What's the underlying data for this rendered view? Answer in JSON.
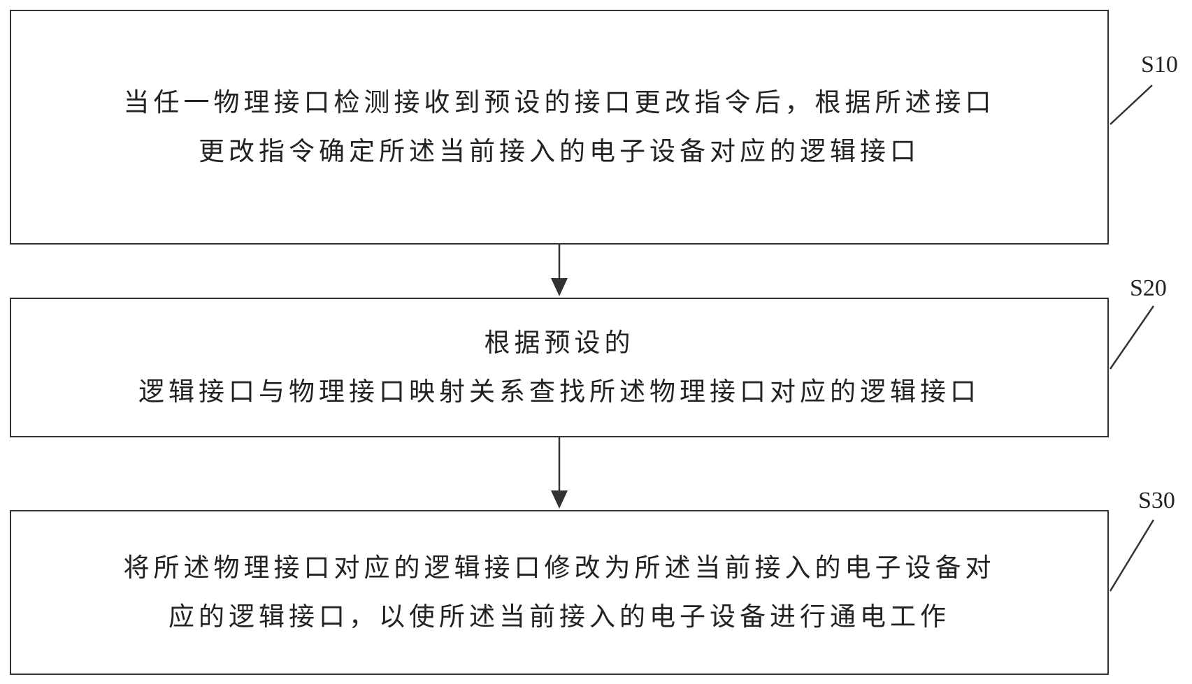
{
  "steps": [
    {
      "label": "S10",
      "lines": [
        "当任一物理接口检测接收到预设的接口更改指令后，根据所述接口",
        "更改指令确定所述当前接入的电子设备对应的逻辑接口"
      ]
    },
    {
      "label": "S20",
      "lines": [
        "根据预设的",
        "逻辑接口与物理接口映射关系查找所述物理接口对应的逻辑接口"
      ]
    },
    {
      "label": "S30",
      "lines": [
        "将所述物理接口对应的逻辑接口修改为所述当前接入的电子设备对",
        "应的逻辑接口，以使所述当前接入的电子设备进行通电工作"
      ]
    }
  ]
}
